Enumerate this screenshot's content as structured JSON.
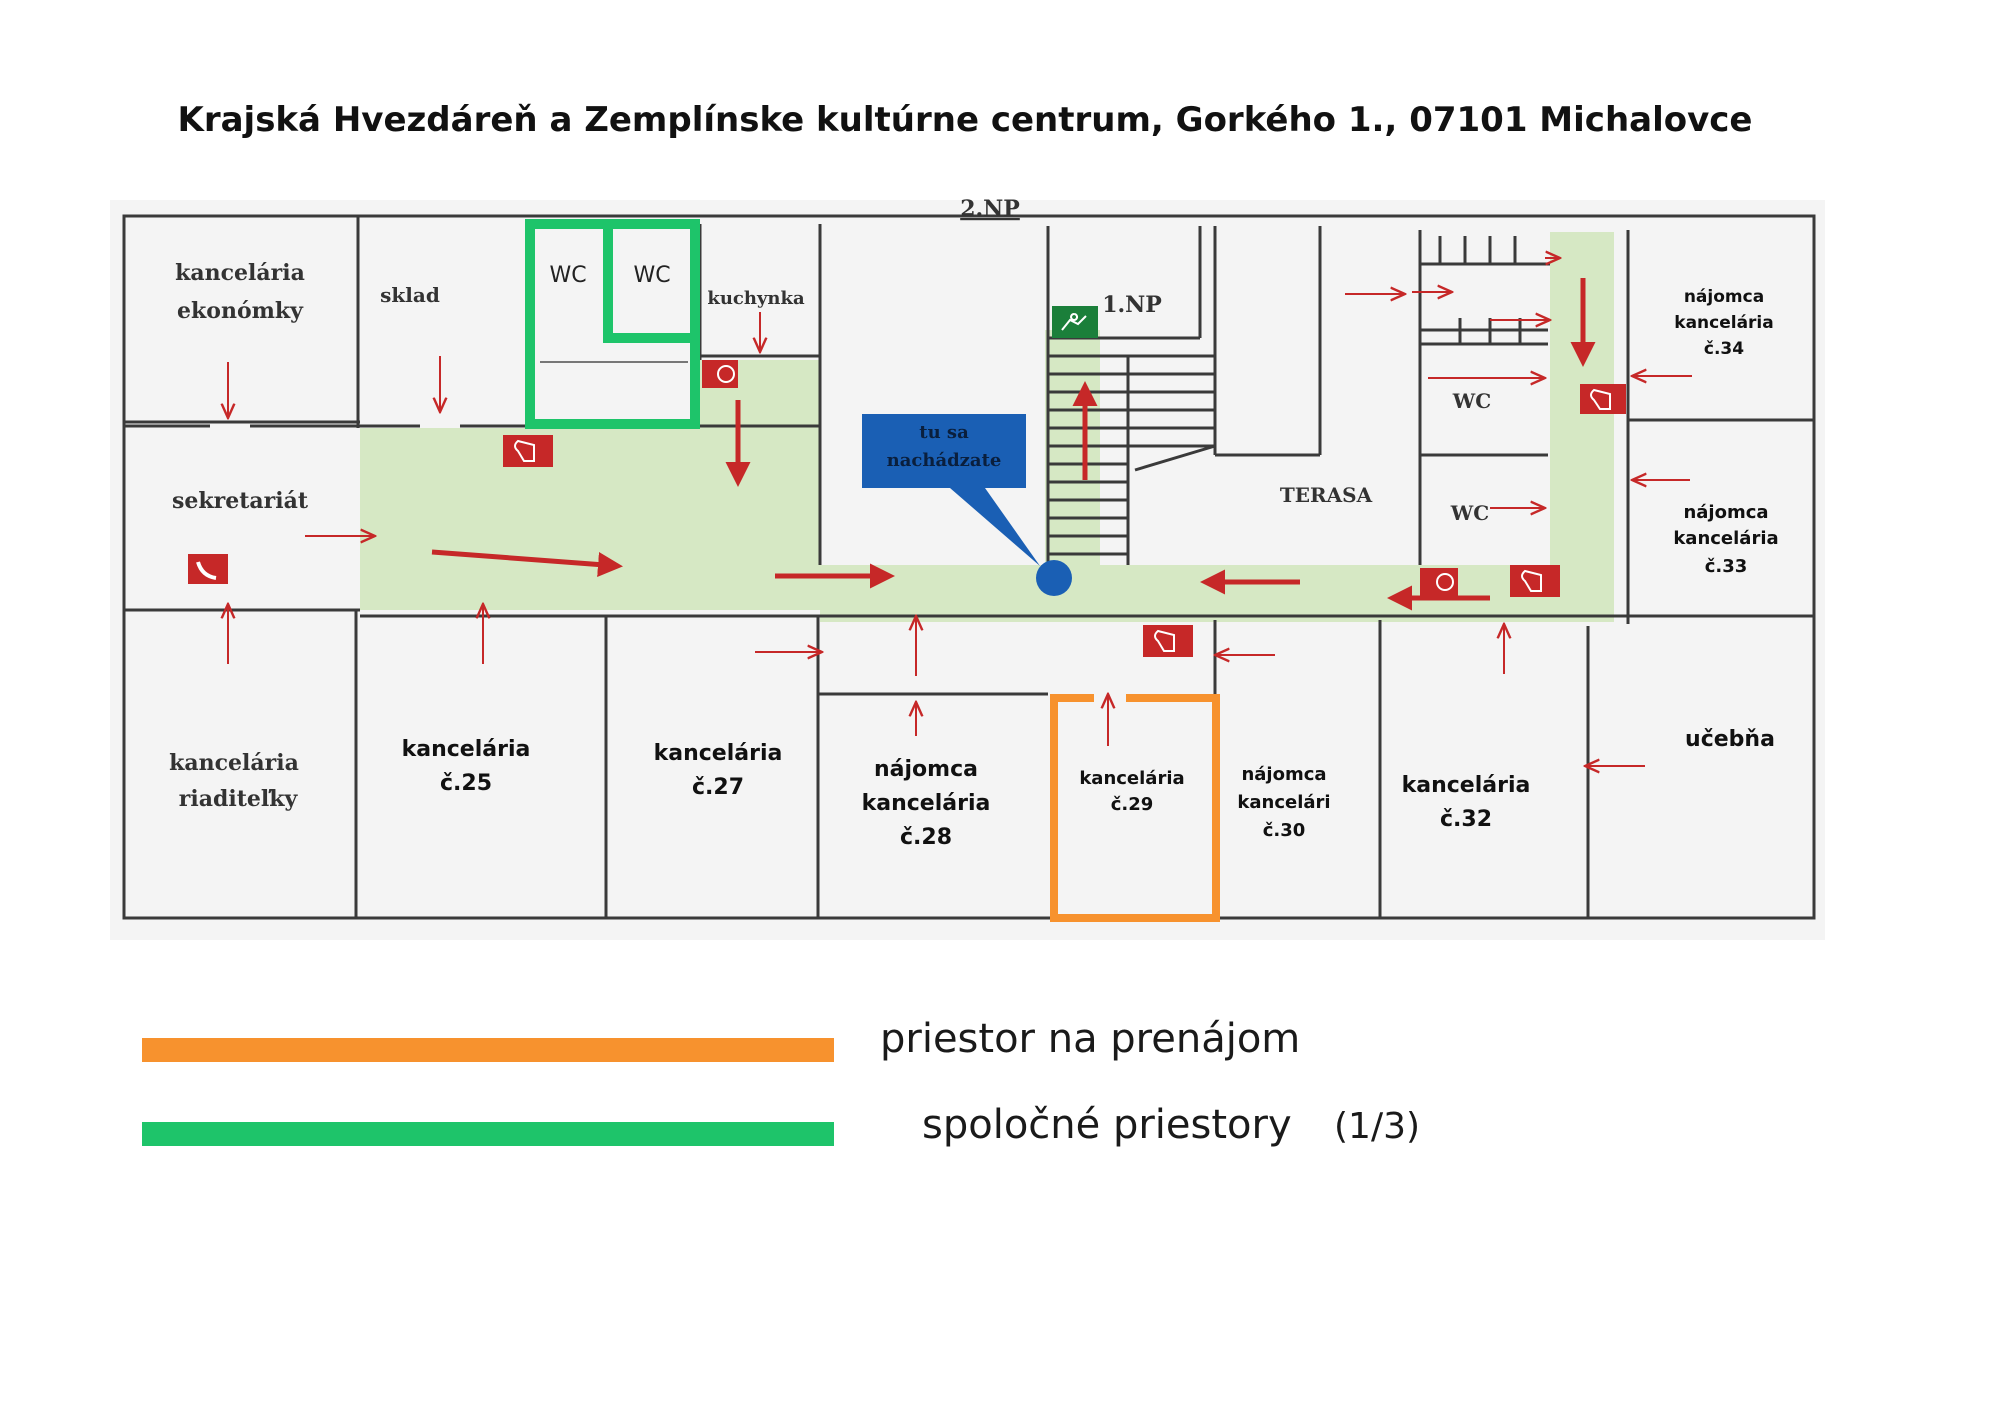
{
  "title": "Krajská Hvezdáreň a Zemplínske kultúrne centrum, Gorkého 1., 07101 Michalovce",
  "floor_label": "2.NP",
  "stairs_label": "1.NP",
  "you_are_here": [
    "tu sa",
    "nachádzate"
  ],
  "rooms": {
    "ekonomky": [
      "kancelária",
      "ekonómky"
    ],
    "sklad": "sklad",
    "wc1": "WC",
    "wc2": "WC",
    "kuchynka": "kuchynka",
    "sekretariat": "sekretariát",
    "riaditelky": [
      "kancelária",
      "riaditeľky"
    ],
    "k25": [
      "kancelária",
      "č.25"
    ],
    "k27": [
      "kancelária",
      "č.27"
    ],
    "k28": [
      "nájomca",
      "kancelária",
      "č.28"
    ],
    "k29": [
      "kancelária",
      "č.29"
    ],
    "k30": [
      "nájomca",
      "kancelári",
      "č.30"
    ],
    "k32": [
      "kancelária",
      "č.32"
    ],
    "terasa": "TERASA",
    "wc3": "WC",
    "wc4": "WC",
    "k34": [
      "nájomca",
      "kancelária",
      "č.34"
    ],
    "k33": [
      "nájomca",
      "kancelária",
      "č.33"
    ],
    "ucebna": "učebňa"
  },
  "legend": {
    "rent_label": "priestor na prenájom",
    "common_label": "spoločné priestory",
    "page_counter": "(1/3)"
  },
  "colors": {
    "rent": "#f7922e",
    "common": "#1ec46a",
    "corridor": "#d6e8c4",
    "arrow": "#c62828",
    "you_are_here": "#1a5fb4"
  }
}
